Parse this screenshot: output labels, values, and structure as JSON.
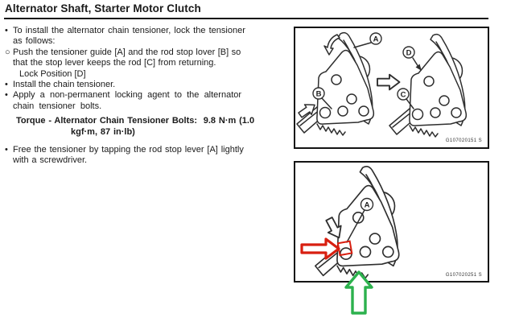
{
  "title": "Alternator Shaft, Starter Motor Clutch",
  "instructions": {
    "bullets": [
      {
        "marker": "•",
        "text": "To install the alternator chain tensioner, lock the tensioner\nas follows:"
      },
      {
        "marker": "○",
        "text": "Push the tensioner guide [A] and the rod stop lover [B] so\nthat the stop lever keeps the rod [C] from returning."
      },
      {
        "marker": "",
        "text": "Lock Position [D]"
      },
      {
        "marker": "•",
        "text": "Install the chain tensioner."
      },
      {
        "marker": "•",
        "text": "Apply a non-permanent locking agent to the alternator\nchain tensioner bolts."
      }
    ],
    "torque": "Torque - Alternator Chain Tensioner Bolts:  9.8 N·m (1.0\nkgf·m, 87 in·lb)",
    "final_bullet": {
      "marker": "•",
      "text": "Free the tensioner by tapping the rod stop lever [A] lightly\nwith a screwdriver."
    }
  },
  "figures": {
    "top": {
      "label_a": "A",
      "label_b": "B",
      "label_c": "C",
      "label_d": "D",
      "code": "G107020151  S"
    },
    "bottom": {
      "label_a": "A",
      "code": "G107020251  S"
    }
  },
  "colors": {
    "red_annotation": "#d81f10",
    "green_annotation": "#2cb14d",
    "line_art": "#2e2e2e"
  }
}
